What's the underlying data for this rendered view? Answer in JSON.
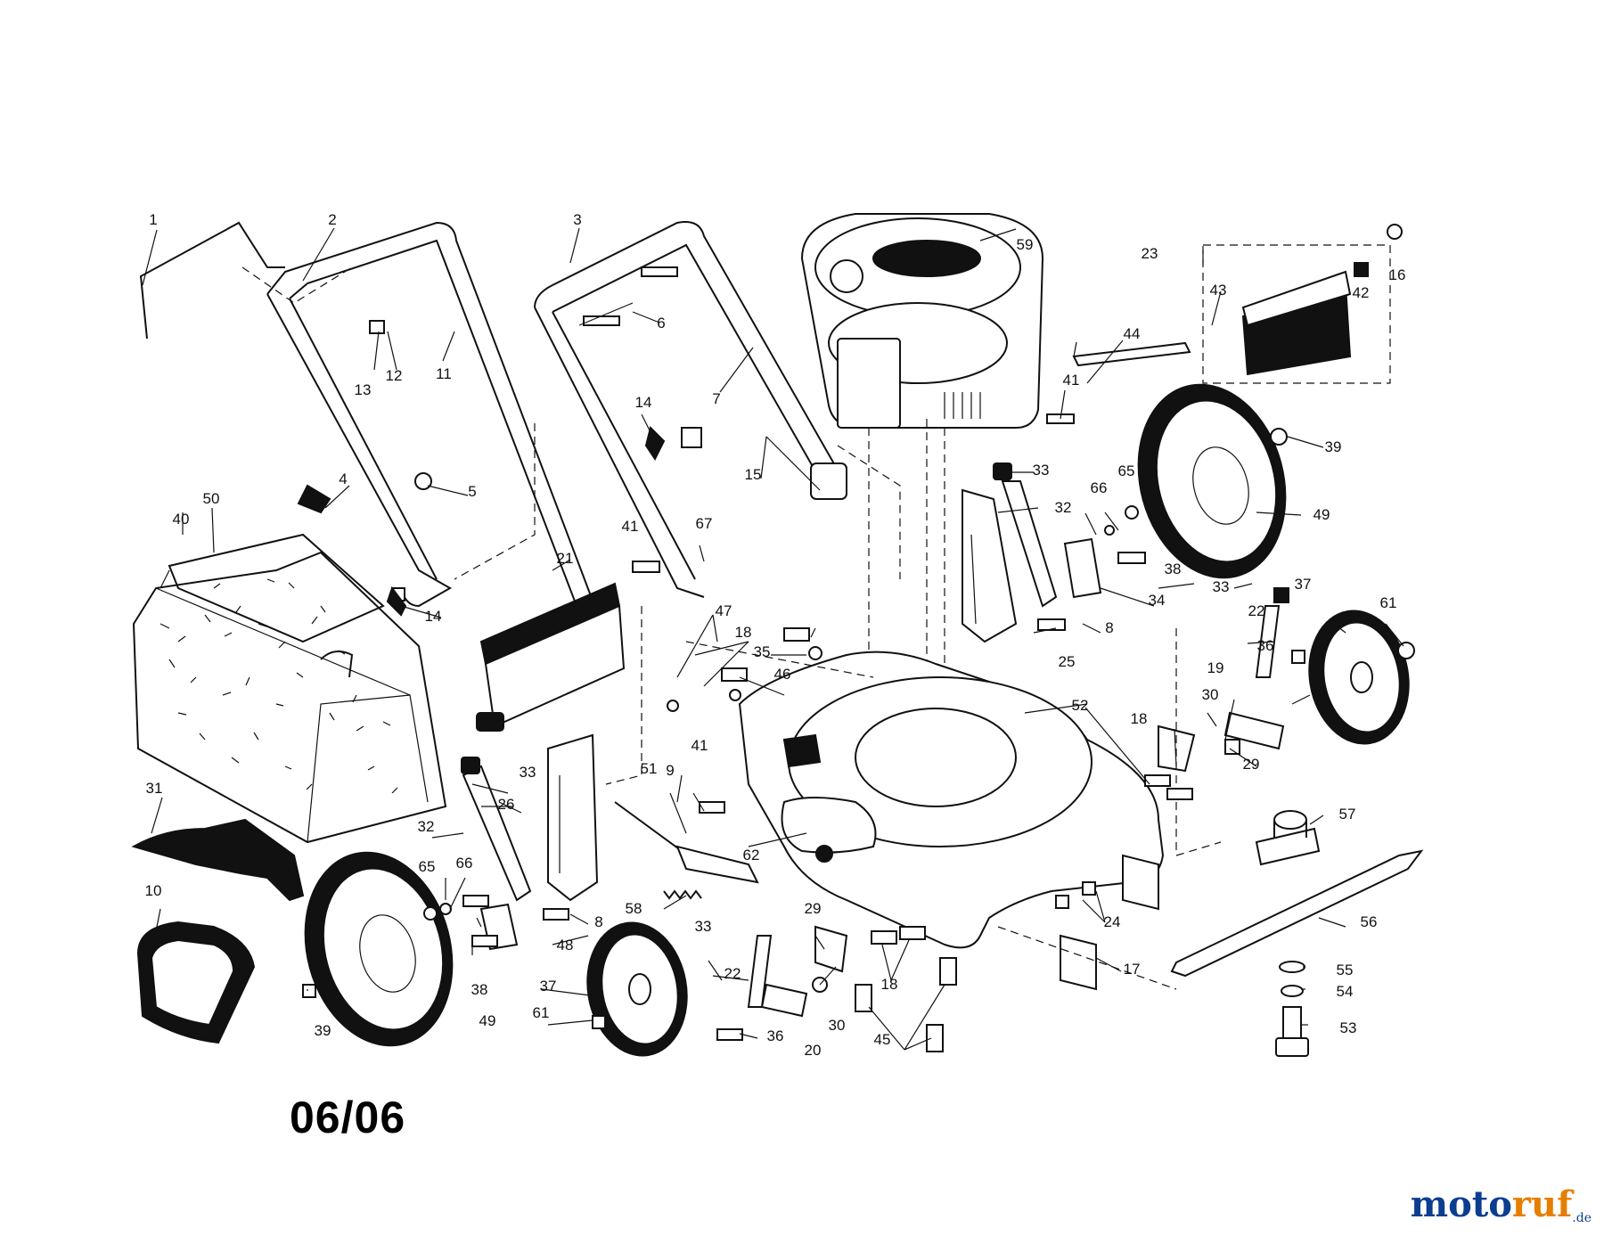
{
  "diagram": {
    "date_code": "06/06",
    "watermark": {
      "brand": "motoruf",
      "brand_accent": "ruf",
      "brand_main": "moto",
      "suffix": ".de",
      "main_color": "#0b3d91",
      "accent_color": "#e67e00"
    },
    "labels": [
      "1",
      "2",
      "3",
      "4",
      "5",
      "6",
      "7",
      "8",
      "8",
      "9",
      "10",
      "11",
      "12",
      "13",
      "14",
      "14",
      "15",
      "16",
      "17",
      "18",
      "18",
      "18",
      "19",
      "20",
      "21",
      "22",
      "22",
      "23",
      "24",
      "25",
      "26",
      "29",
      "29",
      "30",
      "30",
      "31",
      "32",
      "32",
      "33",
      "33",
      "33",
      "33",
      "34",
      "35",
      "36",
      "36",
      "37",
      "37",
      "38",
      "38",
      "39",
      "39",
      "40",
      "41",
      "41",
      "41",
      "42",
      "43",
      "44",
      "45",
      "46",
      "47",
      "48",
      "49",
      "49",
      "50",
      "51",
      "52",
      "53",
      "54",
      "55",
      "56",
      "57",
      "58",
      "59",
      "61",
      "61",
      "62",
      "65",
      "65",
      "66",
      "66",
      "67"
    ]
  }
}
